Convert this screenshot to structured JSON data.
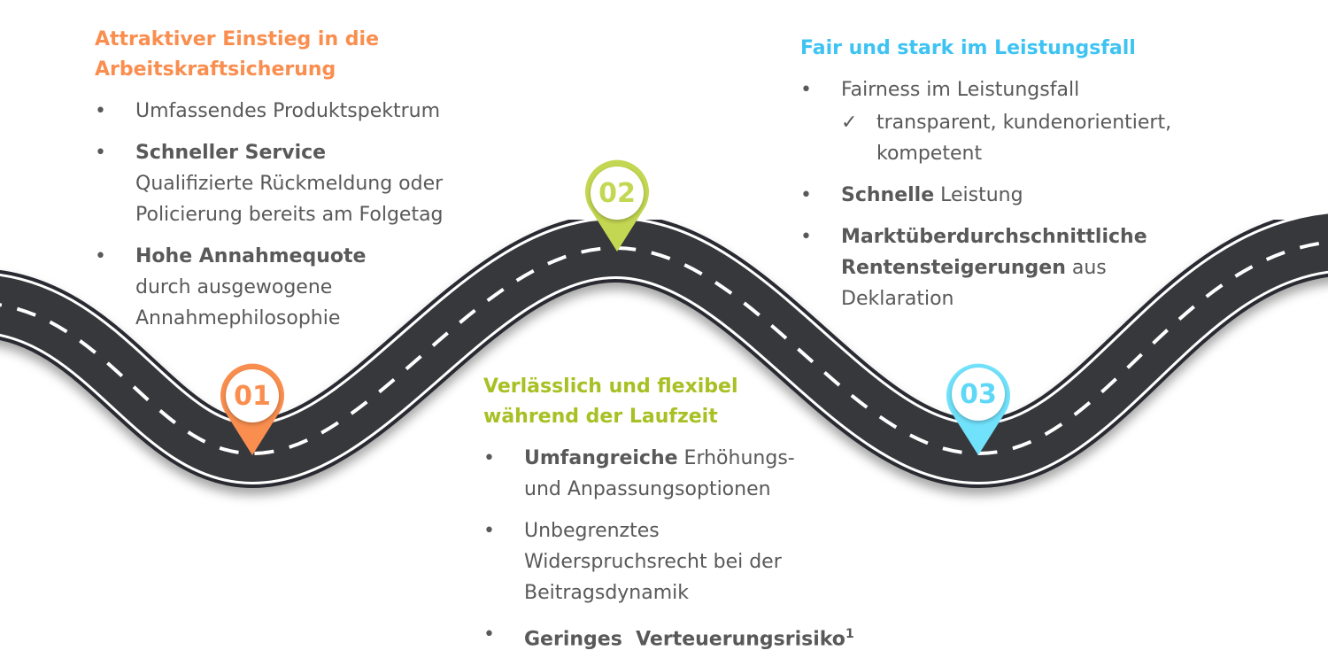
{
  "colors": {
    "orange": "#f98e4f",
    "green": "#a8c023",
    "blue": "#3ec3f2",
    "road": "#37383c"
  },
  "pins": [
    {
      "label": "01"
    },
    {
      "label": "02"
    },
    {
      "label": "03"
    }
  ],
  "section1": {
    "title_line1": "Attraktiver Einstieg in die",
    "title_line2": "Arbeitskraftsicherung",
    "items": [
      {
        "text": "Umfassendes Produktspektrum"
      },
      {
        "bold": "Schneller Service",
        "line2": "Qualifizierte Rückmeldung oder",
        "line3": "Policierung bereits am Folgetag"
      },
      {
        "bold": "Hohe Annahmequote",
        "line2": "durch ausgewogene",
        "line3": "Annahmephilosophie"
      }
    ]
  },
  "section2": {
    "title_line1": "Verlässlich und flexibel",
    "title_line2": "während der Laufzeit",
    "items": [
      {
        "bold": "Umfangreiche",
        "rest": " Erhöhungs-",
        "line2": "und Anpassungsoptionen"
      },
      {
        "line1": "Unbegrenztes",
        "line2": "Widerspruchsrecht bei der",
        "line3": "Beitragsdynamik"
      },
      {
        "bold": "Geringes  Verteuerungsrisiko",
        "sup": "1"
      }
    ]
  },
  "section3": {
    "title": "Fair und stark im Leistungsfall",
    "items": [
      {
        "text": "Fairness im Leistungsfall",
        "sub_line1": "transparent, kundenorientiert,",
        "sub_line2": "kompetent"
      },
      {
        "bold": "Schnelle",
        "rest": " Leistung"
      },
      {
        "bold": "Marktüberdurchschnittliche",
        "bold2": "Rentensteigerungen",
        "rest": " aus",
        "line3": "Deklaration"
      }
    ]
  },
  "bullet": "•",
  "check": "✓"
}
